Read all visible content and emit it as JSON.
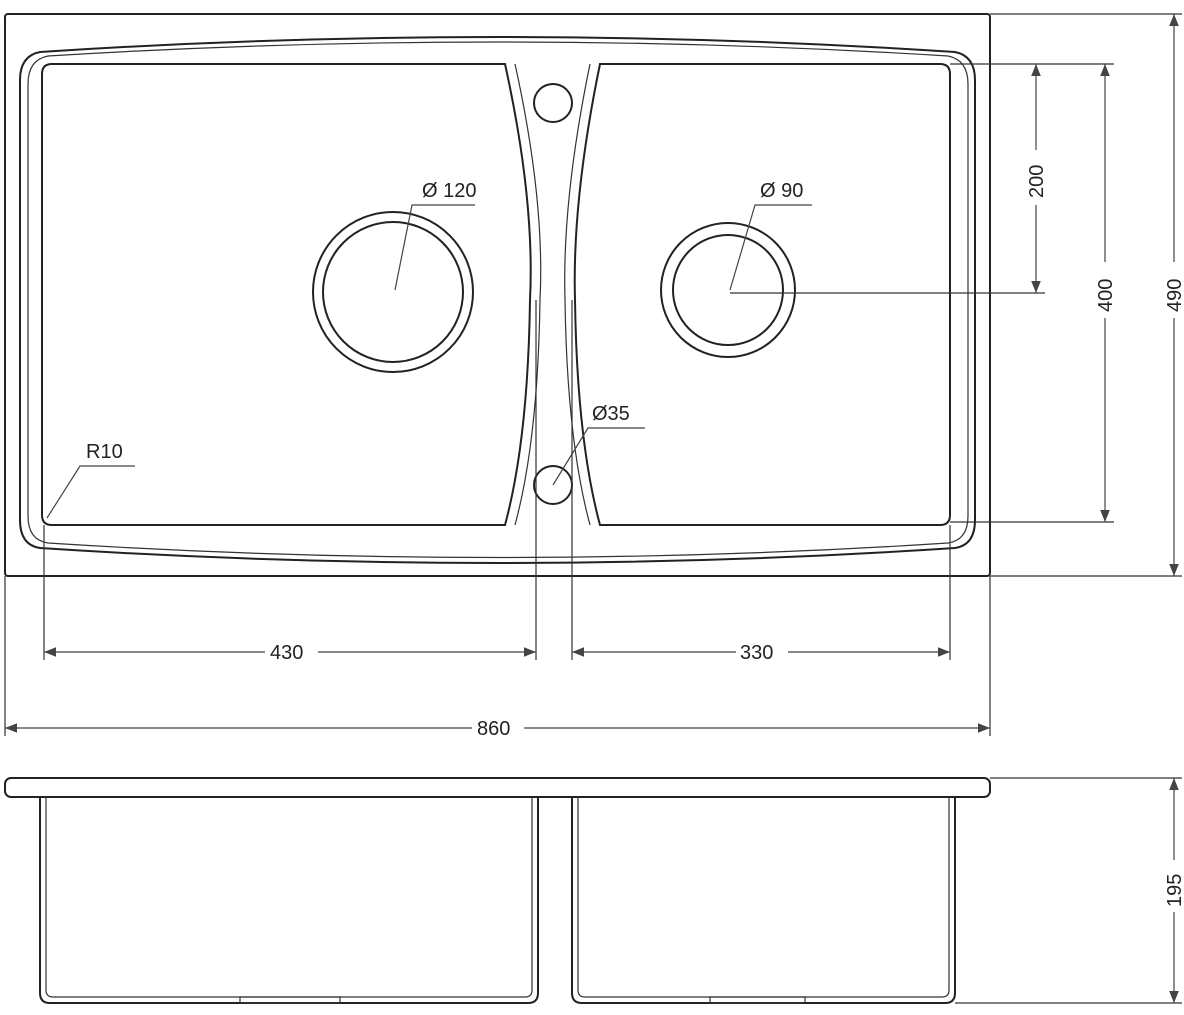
{
  "drawing": {
    "labels": {
      "drain_left": "Ø 120",
      "drain_right": "Ø 90",
      "overflow_hole": "Ø35",
      "corner_radius": "R10"
    },
    "dimensions": {
      "drain_from_top": "200",
      "bowl_depth": "400",
      "overall_depth": "490",
      "left_bowl_width": "430",
      "right_bowl_width": "330",
      "overall_width": "860",
      "height": "195"
    }
  }
}
